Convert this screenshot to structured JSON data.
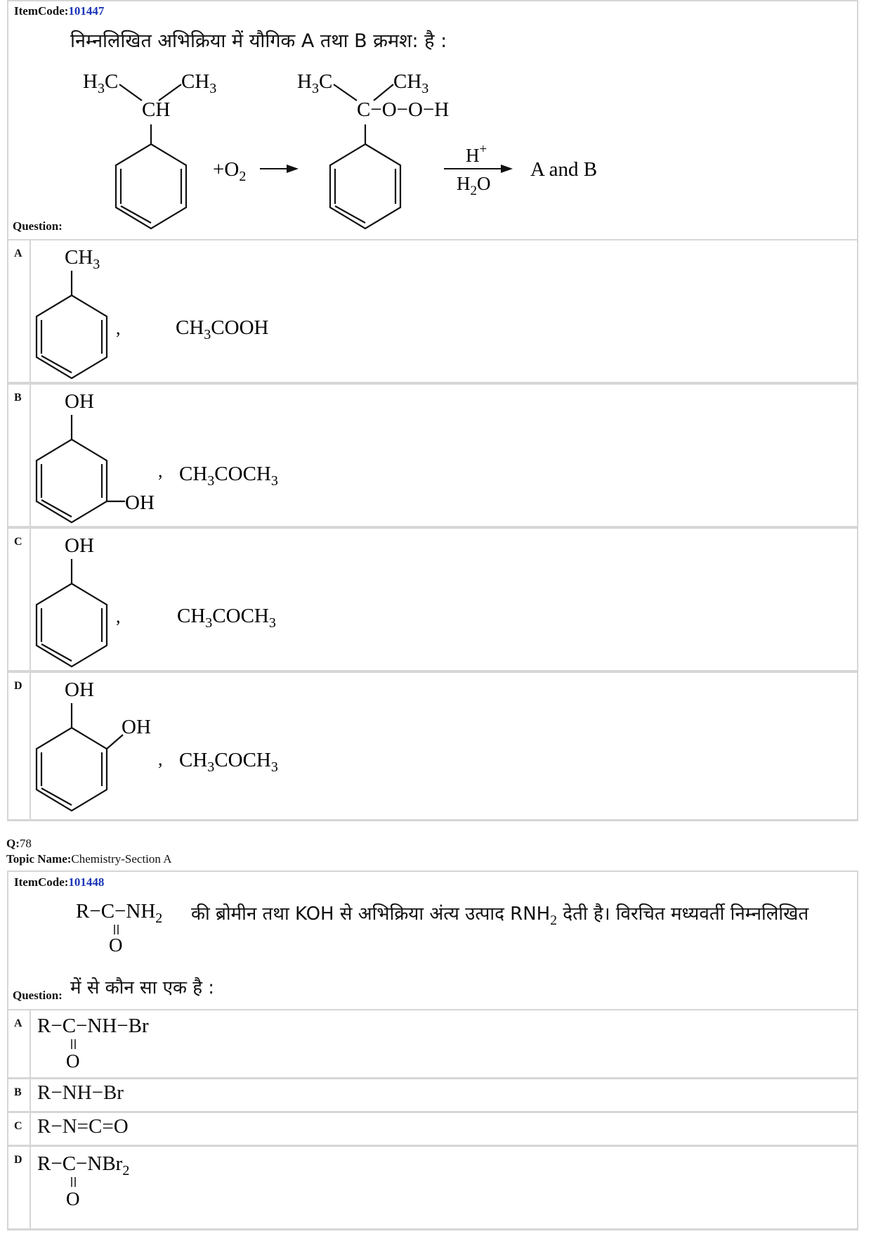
{
  "q77": {
    "item_code_label": "ItemCode:",
    "item_code": "101447",
    "question_text": "निम्नलिखित अभिक्रिया में यौगिक A तथा B क्रमश: है :",
    "question_label": "Question:",
    "reaction": {
      "reagent": "+O",
      "reagent_sub": "2",
      "catalyst_top": "H",
      "catalyst_top_sup": "+",
      "catalyst_bottom": "H",
      "catalyst_bottom_sub": "2",
      "catalyst_bottom_end": "O",
      "product": "A and B"
    },
    "options": [
      {
        "label": "A",
        "pair": [
          "CH3 (toluene)",
          "CH3COOH"
        ]
      },
      {
        "label": "B",
        "pair": [
          "OH / OH (meta)",
          "CH3COCH3"
        ]
      },
      {
        "label": "C",
        "pair": [
          "OH (phenol)",
          "CH3COCH3"
        ]
      },
      {
        "label": "D",
        "pair": [
          "OH / OH (ortho)",
          "CH3COCH3"
        ]
      }
    ]
  },
  "q78": {
    "q_label": "Q:",
    "q_number": "78",
    "topic_label": "Topic Name:",
    "topic": "Chemistry-Section A",
    "item_code_label": "ItemCode:",
    "item_code": "101448",
    "question_text_1": "की ब्रोमीन तथा KOH से अभिक्रिया अंत्य उत्पाद RNH",
    "question_text_2": "देती है। विरचित मध्यवर्ती निम्नलिखित",
    "question_text_3": "में से कौन सा एक है :",
    "question_label": "Question:",
    "options": [
      {
        "label": "A",
        "text": "R−C−NH−Br"
      },
      {
        "label": "B",
        "text": "R−NH−Br"
      },
      {
        "label": "C",
        "text": "R−N=C=O"
      },
      {
        "label": "D",
        "text": "R−C−NBr"
      }
    ]
  }
}
